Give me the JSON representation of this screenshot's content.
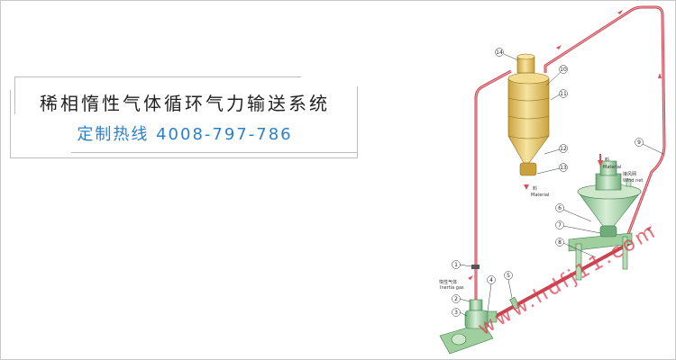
{
  "banner": {
    "title": "稀相惰性气体循环气力输送系统",
    "hotline": "定制热线 4008-797-786",
    "hotline_color": "#2a7fcf"
  },
  "diagram": {
    "callouts": [
      "1",
      "2",
      "3",
      "4",
      "5",
      "6",
      "7",
      "8",
      "9",
      "10",
      "11",
      "12",
      "13",
      "14"
    ],
    "labels": {
      "material_cn": "料",
      "material_en": "Material",
      "wind_net_cn": "接风网",
      "wind_net_en": "Wind net",
      "inert_gas_cn": "惰性气体",
      "inert_gas_en": "Inertia gas"
    },
    "watermark": "www.hdfj11.com",
    "pipe_color": "#d9505a",
    "cyclone_color": "#e8c76a",
    "feeder_color": "#9fcf9f"
  }
}
